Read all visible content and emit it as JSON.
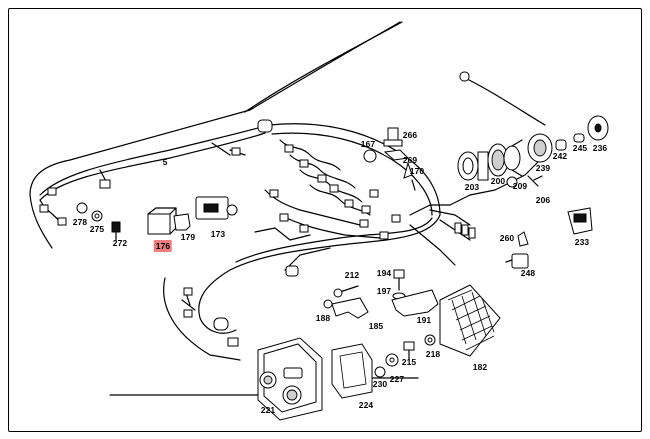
{
  "diagram": {
    "highlight_color": "#f08080",
    "labels": [
      {
        "id": "5",
        "text": "5"
      },
      {
        "id": "278",
        "text": "278"
      },
      {
        "id": "275",
        "text": "275"
      },
      {
        "id": "272",
        "text": "272"
      },
      {
        "id": "176",
        "text": "176",
        "highlight": true
      },
      {
        "id": "179",
        "text": "179"
      },
      {
        "id": "173",
        "text": "173"
      },
      {
        "id": "167",
        "text": "167"
      },
      {
        "id": "266",
        "text": "266"
      },
      {
        "id": "269",
        "text": "269"
      },
      {
        "id": "170",
        "text": "170"
      },
      {
        "id": "203",
        "text": "203"
      },
      {
        "id": "200",
        "text": "200"
      },
      {
        "id": "209",
        "text": "209"
      },
      {
        "id": "206",
        "text": "206"
      },
      {
        "id": "239",
        "text": "239"
      },
      {
        "id": "242",
        "text": "242"
      },
      {
        "id": "245",
        "text": "245"
      },
      {
        "id": "236",
        "text": "236"
      },
      {
        "id": "233",
        "text": "233"
      },
      {
        "id": "260",
        "text": "260"
      },
      {
        "id": "248",
        "text": "248"
      },
      {
        "id": "212",
        "text": "212"
      },
      {
        "id": "194",
        "text": "194"
      },
      {
        "id": "197",
        "text": "197"
      },
      {
        "id": "188",
        "text": "188"
      },
      {
        "id": "185",
        "text": "185"
      },
      {
        "id": "191",
        "text": "191"
      },
      {
        "id": "215",
        "text": "215"
      },
      {
        "id": "218",
        "text": "218"
      },
      {
        "id": "230",
        "text": "230"
      },
      {
        "id": "227",
        "text": "227"
      },
      {
        "id": "182",
        "text": "182"
      },
      {
        "id": "221",
        "text": "221"
      },
      {
        "id": "224",
        "text": "224"
      }
    ]
  }
}
